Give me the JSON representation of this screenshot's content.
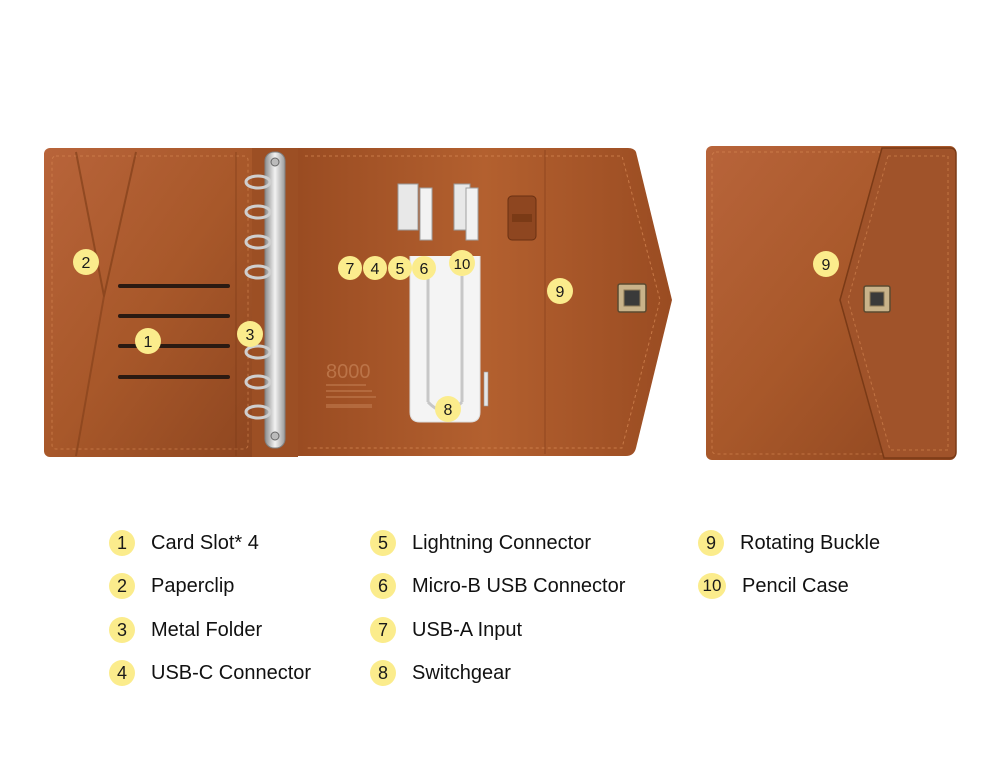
{
  "colors": {
    "leather": "#a8582a",
    "leather_dark": "#7a3a16",
    "leather_light": "#c06e3a",
    "badge": "#fbec8c",
    "text": "#111111"
  },
  "open_folio": {
    "printed_capacity": "8000",
    "callouts": [
      "1",
      "2",
      "3",
      "4",
      "5",
      "6",
      "7",
      "8",
      "9",
      "10"
    ]
  },
  "closed_folio": {
    "callouts": [
      "9"
    ]
  },
  "legend": [
    {
      "num": "1",
      "label": "Card Slot* 4"
    },
    {
      "num": "2",
      "label": "Paperclip"
    },
    {
      "num": "3",
      "label": "Metal Folder"
    },
    {
      "num": "4",
      "label": "USB-C Connector"
    },
    {
      "num": "5",
      "label": "Lightning Connector"
    },
    {
      "num": "6",
      "label": "Micro-B USB Connector"
    },
    {
      "num": "7",
      "label": "USB-A Input"
    },
    {
      "num": "8",
      "label": "Switchgear"
    },
    {
      "num": "9",
      "label": "Rotating Buckle"
    },
    {
      "num": "10",
      "label": "Pencil Case"
    }
  ]
}
